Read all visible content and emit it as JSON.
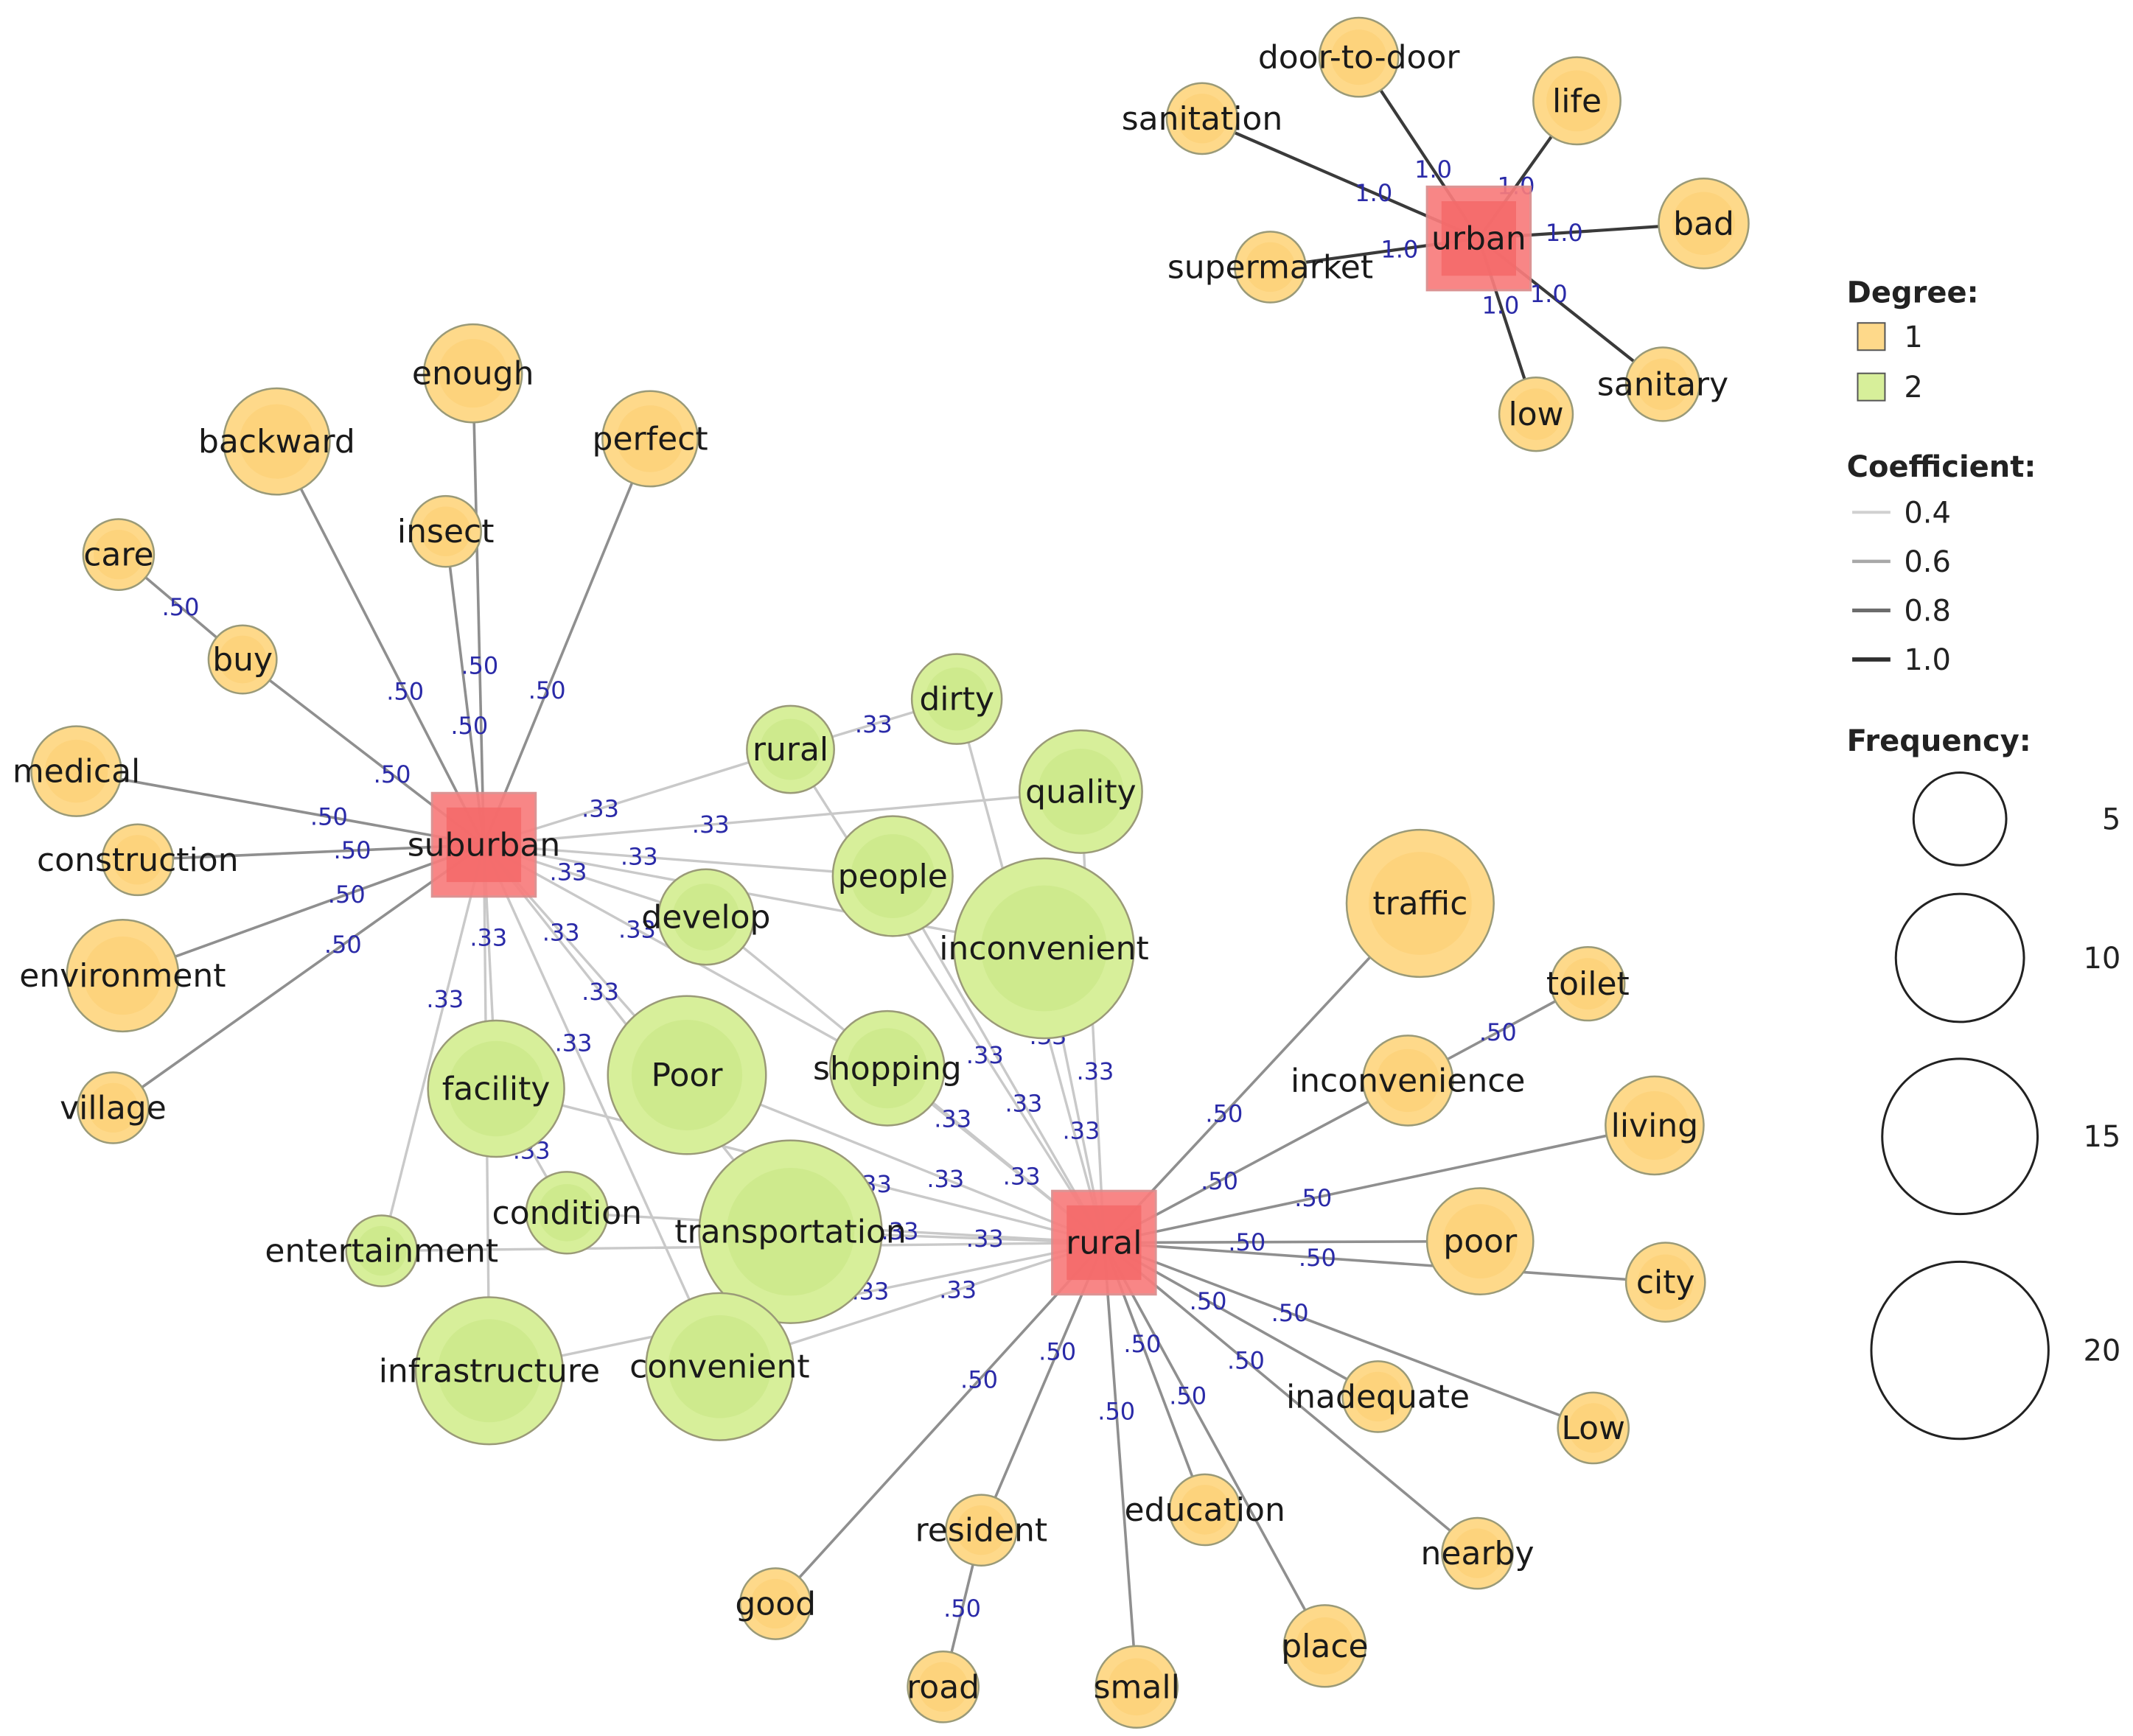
{
  "colors": {
    "hub_fill": "#f87c7c",
    "hub_inner": "#f46a6a",
    "hub_stroke": "#d98b8b",
    "degree1_fill": "#fed98a",
    "degree1_inner": "#fdd27a",
    "degree2_fill": "#d7ef9a",
    "degree2_inner": "#cde98c",
    "node_stroke": "#9a9a78",
    "edge_label": "#2a2aa8"
  },
  "hubs": [
    {
      "id": "urban",
      "label": "urban"
    },
    {
      "id": "suburban",
      "label": "suburban"
    },
    {
      "id": "rural",
      "label": "rural"
    }
  ],
  "nodes": [
    {
      "id": "door-to-door",
      "label": "door-to-door",
      "degree": 1
    },
    {
      "id": "life",
      "label": "life",
      "degree": 1
    },
    {
      "id": "sanitation",
      "label": "sanitation",
      "degree": 1
    },
    {
      "id": "bad",
      "label": "bad",
      "degree": 1
    },
    {
      "id": "supermarket",
      "label": "supermarket",
      "degree": 1
    },
    {
      "id": "sanitary",
      "label": "sanitary",
      "degree": 1
    },
    {
      "id": "low",
      "label": "low",
      "degree": 1
    },
    {
      "id": "enough",
      "label": "enough",
      "degree": 1
    },
    {
      "id": "backward",
      "label": "backward",
      "degree": 1
    },
    {
      "id": "perfect",
      "label": "perfect",
      "degree": 1
    },
    {
      "id": "insect",
      "label": "insect",
      "degree": 1
    },
    {
      "id": "care",
      "label": "care",
      "degree": 1
    },
    {
      "id": "buy",
      "label": "buy",
      "degree": 1
    },
    {
      "id": "medical",
      "label": "medical",
      "degree": 1
    },
    {
      "id": "construction",
      "label": "construction",
      "degree": 1
    },
    {
      "id": "environment",
      "label": "environment",
      "degree": 1
    },
    {
      "id": "village",
      "label": "village",
      "degree": 1
    },
    {
      "id": "rural-word",
      "label": "rural",
      "degree": 2
    },
    {
      "id": "dirty",
      "label": "dirty",
      "degree": 2
    },
    {
      "id": "quality",
      "label": "quality",
      "degree": 2
    },
    {
      "id": "people",
      "label": "people",
      "degree": 2
    },
    {
      "id": "develop",
      "label": "develop",
      "degree": 2
    },
    {
      "id": "inconvenient",
      "label": "inconvenient",
      "degree": 2
    },
    {
      "id": "facility",
      "label": "facility",
      "degree": 2
    },
    {
      "id": "Poor",
      "label": "Poor",
      "degree": 2
    },
    {
      "id": "shopping",
      "label": "shopping",
      "degree": 2
    },
    {
      "id": "condition",
      "label": "condition",
      "degree": 2
    },
    {
      "id": "transportation",
      "label": "transportation",
      "degree": 2
    },
    {
      "id": "entertainment",
      "label": "entertainment",
      "degree": 2
    },
    {
      "id": "infrastructure",
      "label": "infrastructure",
      "degree": 2
    },
    {
      "id": "convenient",
      "label": "convenient",
      "degree": 2
    },
    {
      "id": "traffic",
      "label": "traffic",
      "degree": 1
    },
    {
      "id": "toilet",
      "label": "toilet",
      "degree": 1
    },
    {
      "id": "inconvenience",
      "label": "inconvenience",
      "degree": 1
    },
    {
      "id": "living",
      "label": "living",
      "degree": 1
    },
    {
      "id": "poor",
      "label": "poor",
      "degree": 1
    },
    {
      "id": "city",
      "label": "city",
      "degree": 1
    },
    {
      "id": "inadequate",
      "label": "inadequate",
      "degree": 1
    },
    {
      "id": "Low",
      "label": "Low",
      "degree": 1
    },
    {
      "id": "nearby",
      "label": "nearby",
      "degree": 1
    },
    {
      "id": "education",
      "label": "education",
      "degree": 1
    },
    {
      "id": "place",
      "label": "place",
      "degree": 1
    },
    {
      "id": "resident",
      "label": "resident",
      "degree": 1
    },
    {
      "id": "good",
      "label": "good",
      "degree": 1
    },
    {
      "id": "road",
      "label": "road",
      "degree": 1
    },
    {
      "id": "small",
      "label": "small",
      "degree": 1
    }
  ],
  "edges": [
    {
      "source": "urban",
      "target": "door-to-door",
      "label": "1.0"
    },
    {
      "source": "urban",
      "target": "life",
      "label": "1.0"
    },
    {
      "source": "urban",
      "target": "sanitation",
      "label": "1.0"
    },
    {
      "source": "urban",
      "target": "bad",
      "label": "1.0"
    },
    {
      "source": "urban",
      "target": "supermarket",
      "label": "1.0"
    },
    {
      "source": "urban",
      "target": "sanitary",
      "label": "1.0"
    },
    {
      "source": "urban",
      "target": "low",
      "label": "1.0"
    },
    {
      "source": "suburban",
      "target": "enough",
      "label": ".50"
    },
    {
      "source": "suburban",
      "target": "backward",
      "label": ".50"
    },
    {
      "source": "suburban",
      "target": "perfect",
      "label": ".50"
    },
    {
      "source": "suburban",
      "target": "insect",
      "label": ".50"
    },
    {
      "source": "suburban",
      "target": "buy",
      "label": ".50"
    },
    {
      "source": "buy",
      "target": "care",
      "label": ".50"
    },
    {
      "source": "suburban",
      "target": "medical",
      "label": ".50"
    },
    {
      "source": "suburban",
      "target": "construction",
      "label": ".50"
    },
    {
      "source": "suburban",
      "target": "environment",
      "label": ".50"
    },
    {
      "source": "suburban",
      "target": "village",
      "label": ".50"
    },
    {
      "source": "suburban",
      "target": "rural-word",
      "label": ".33"
    },
    {
      "source": "rural-word",
      "target": "dirty",
      "label": ".33"
    },
    {
      "source": "suburban",
      "target": "quality",
      "label": ".33"
    },
    {
      "source": "suburban",
      "target": "people",
      "label": ".33"
    },
    {
      "source": "suburban",
      "target": "develop",
      "label": ".33"
    },
    {
      "source": "suburban",
      "target": "inconvenient",
      "label": ".33"
    },
    {
      "source": "suburban",
      "target": "shopping",
      "label": ".33"
    },
    {
      "source": "suburban",
      "target": "Poor",
      "label": ".33"
    },
    {
      "source": "suburban",
      "target": "facility",
      "label": ".33"
    },
    {
      "source": "suburban",
      "target": "infrastructure",
      "label": ".33"
    },
    {
      "source": "suburban",
      "target": "entertainment",
      "label": ".33"
    },
    {
      "source": "suburban",
      "target": "transportation",
      "label": ".33"
    },
    {
      "source": "suburban",
      "target": "convenient",
      "label": ".33"
    },
    {
      "source": "facility",
      "target": "condition",
      "label": ".33"
    },
    {
      "source": "rural",
      "target": "dirty",
      "label": ".33"
    },
    {
      "source": "rural",
      "target": "quality",
      "label": ".33"
    },
    {
      "source": "rural",
      "target": "people",
      "label": ".33"
    },
    {
      "source": "rural",
      "target": "inconvenient",
      "label": ".33"
    },
    {
      "source": "rural",
      "target": "shopping",
      "label": ".33"
    },
    {
      "source": "rural",
      "target": "Poor",
      "label": ".33"
    },
    {
      "source": "rural",
      "target": "transportation",
      "label": ".33"
    },
    {
      "source": "rural",
      "target": "condition",
      "label": ".33"
    },
    {
      "source": "rural",
      "target": "entertainment",
      "label": ".33"
    },
    {
      "source": "rural",
      "target": "convenient",
      "label": ".33"
    },
    {
      "source": "rural",
      "target": "infrastructure",
      "label": ".33"
    },
    {
      "source": "rural",
      "target": "facility",
      "label": ".33"
    },
    {
      "source": "rural",
      "target": "rural-word",
      "label": ".33"
    },
    {
      "source": "rural",
      "target": "develop",
      "label": ".33"
    },
    {
      "source": "rural",
      "target": "traffic",
      "label": ".50"
    },
    {
      "source": "rural",
      "target": "inconvenience",
      "label": ".50"
    },
    {
      "source": "inconvenience",
      "target": "toilet",
      "label": ".50"
    },
    {
      "source": "rural",
      "target": "living",
      "label": ".50"
    },
    {
      "source": "rural",
      "target": "poor",
      "label": ".50"
    },
    {
      "source": "rural",
      "target": "city",
      "label": ".50"
    },
    {
      "source": "rural",
      "target": "inadequate",
      "label": ".50"
    },
    {
      "source": "rural",
      "target": "Low",
      "label": ".50"
    },
    {
      "source": "rural",
      "target": "nearby",
      "label": ".50"
    },
    {
      "source": "rural",
      "target": "education",
      "label": ".50"
    },
    {
      "source": "rural",
      "target": "place",
      "label": ".50"
    },
    {
      "source": "rural",
      "target": "resident",
      "label": ".50"
    },
    {
      "source": "resident",
      "target": "road",
      "label": ".50"
    },
    {
      "source": "rural",
      "target": "good",
      "label": ".50"
    },
    {
      "source": "rural",
      "target": "small",
      "label": ".50"
    }
  ],
  "legend": {
    "degree_title": "Degree:",
    "degree_items": [
      {
        "label": "1",
        "color": "#fed98a"
      },
      {
        "label": "2",
        "color": "#d7ef9a"
      }
    ],
    "coefficient_title": "Coefficient:",
    "coefficient_items": [
      {
        "label": "0.4",
        "value": 0.4
      },
      {
        "label": "0.6",
        "value": 0.6
      },
      {
        "label": "0.8",
        "value": 0.8
      },
      {
        "label": "1.0",
        "value": 1.0
      }
    ],
    "frequency_title": "Frequency:",
    "frequency_items": [
      {
        "label": "5",
        "value": 5
      },
      {
        "label": "10",
        "value": 10
      },
      {
        "label": "15",
        "value": 15
      },
      {
        "label": "20",
        "value": 20
      }
    ]
  }
}
